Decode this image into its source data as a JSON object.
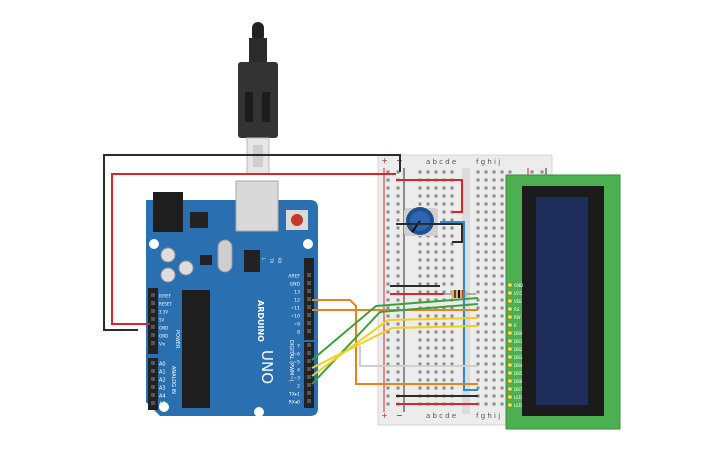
{
  "arduino": {
    "brand": "ARDUINO",
    "model": "UNO",
    "power_header_labels": [
      "IOREF",
      "RESET",
      "3.3V",
      "5V",
      "GND",
      "GND",
      "Vin"
    ],
    "power_title": "POWER",
    "analog_labels": [
      "A0",
      "A1",
      "A2",
      "A3",
      "A4",
      "A5"
    ],
    "analog_title": "ANALOG IN",
    "digital_top_labels": [
      "AREF",
      "GND",
      "13",
      "12",
      "~11",
      "~10",
      "~9",
      "8"
    ],
    "digital_bottom_labels": [
      "7",
      "~6",
      "~5",
      "4",
      "~3",
      "2",
      "TX▸1",
      "RX◂0"
    ],
    "digital_title": "DIGITAL (PWM~)",
    "led_labels": [
      "L",
      "TX",
      "RX"
    ]
  },
  "breadboard": {
    "columns_left": [
      "a",
      "b",
      "c",
      "d",
      "e"
    ],
    "columns_right": [
      "f",
      "g",
      "h",
      "i",
      "j"
    ],
    "plus": "+",
    "minus": "−"
  },
  "lcd": {
    "pins": [
      "GND",
      "VCC",
      "VEE",
      "RS",
      "RW",
      "E",
      "DB0",
      "DB1",
      "DB2",
      "DB3",
      "DB4",
      "DB5",
      "DB6",
      "DB7",
      "LED",
      "LED"
    ]
  },
  "colors": {
    "board": "#2a6fb0",
    "wire_red": "#d8262c",
    "wire_black": "#2b2b2b",
    "wire_orange": "#e8821e",
    "wire_green": "#3da13a",
    "wire_yellow": "#f2cf1d",
    "wire_blue": "#2b8fcf",
    "lcd_green": "#4caf50",
    "lcd_screen": "#1f2d5c"
  }
}
